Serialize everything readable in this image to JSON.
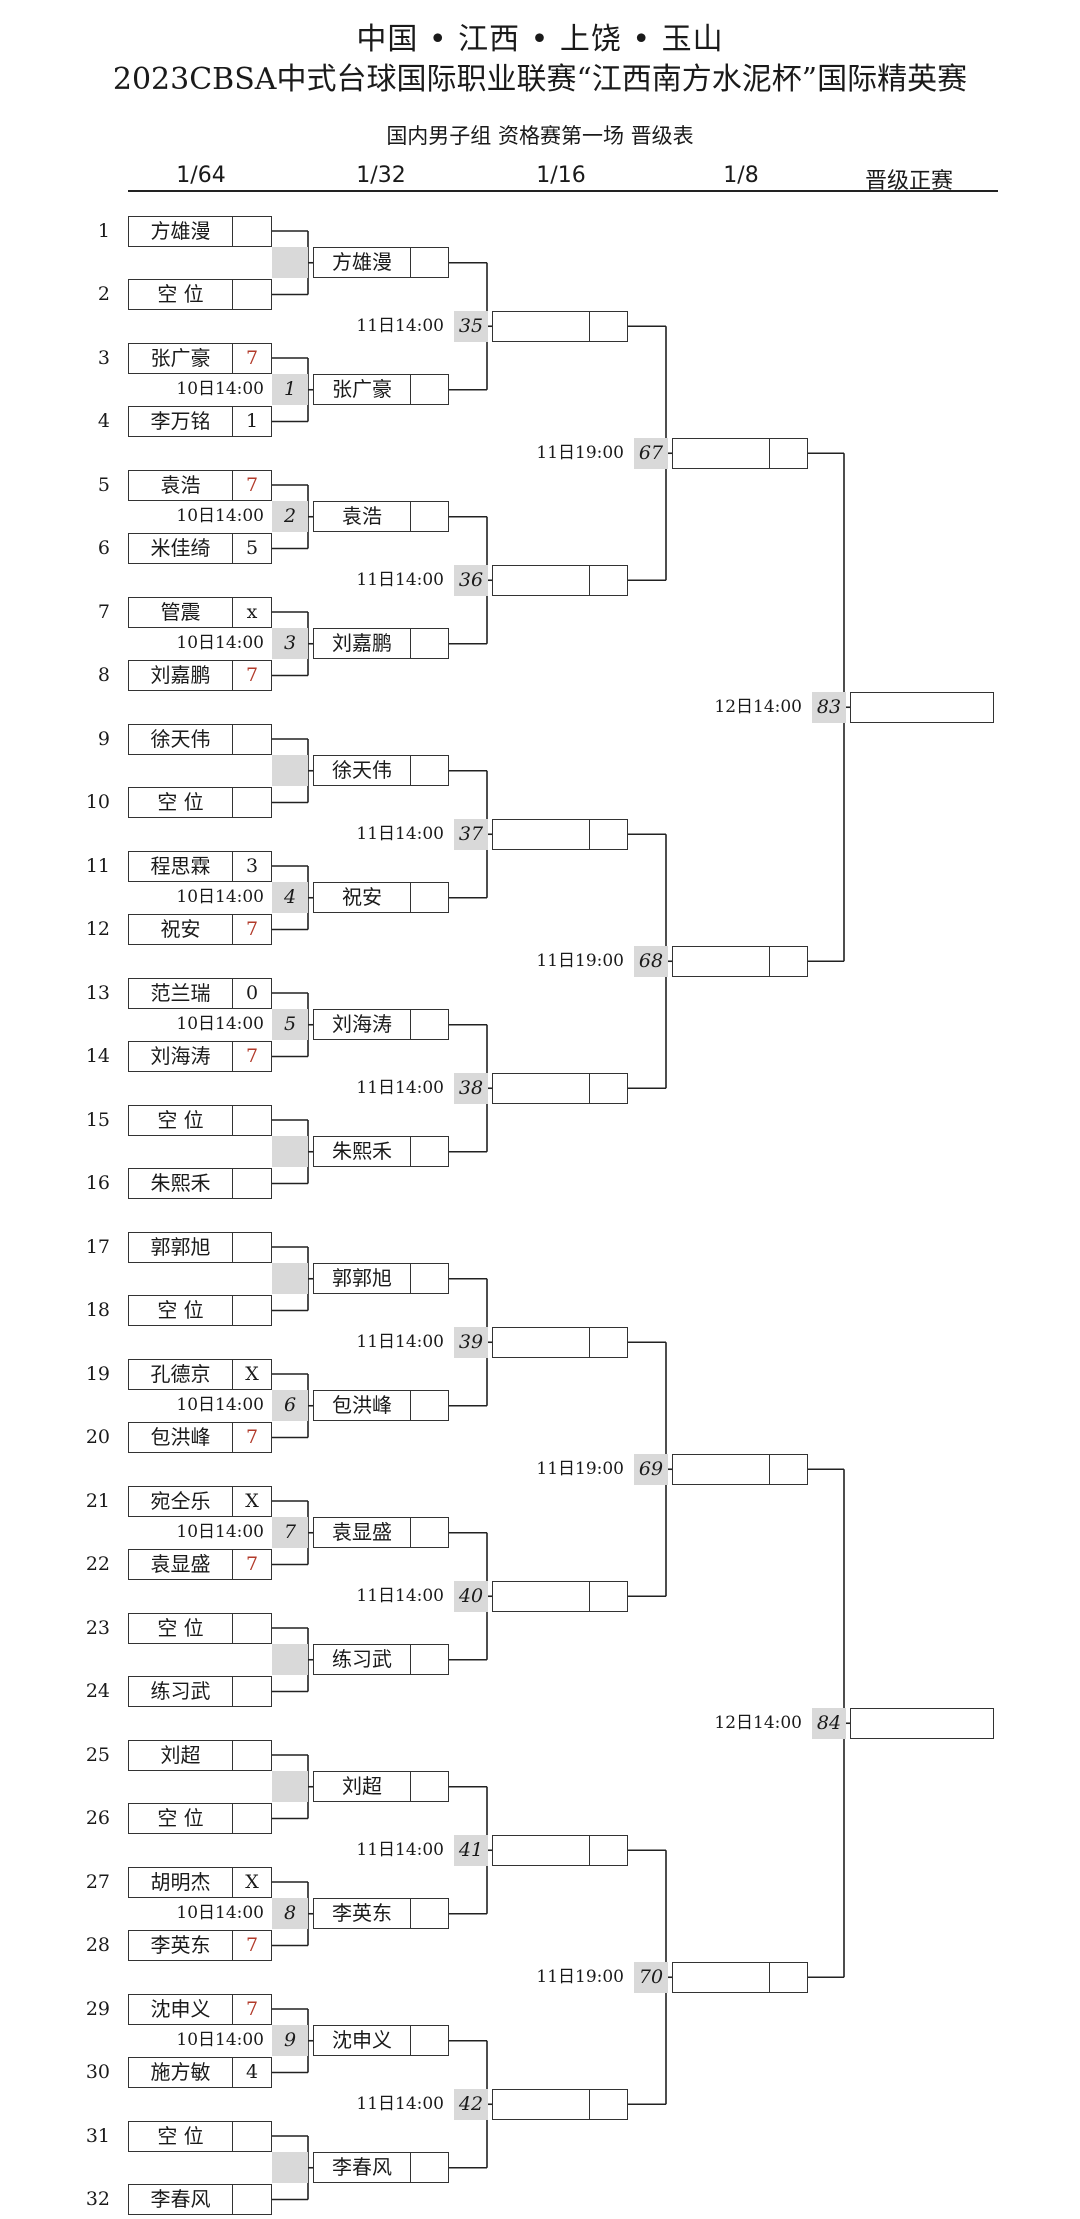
{
  "header": {
    "title_line1": "中国 • 江西 • 上饶 • 玉山",
    "title_line2": "2023CBSA中式台球国际职业联赛“江西南方水泥杯”国际精英赛",
    "subtitle": "国内男子组 资格赛第一场 晋级表"
  },
  "rounds": [
    "1/64",
    "1/32",
    "1/16",
    "1/8",
    "晋级正赛"
  ],
  "colors": {
    "winner_score": "#b23a2a",
    "match_bg": "#d9d9d9",
    "line": "#222222"
  },
  "r64": [
    {
      "seed": "1",
      "name": "方雄漫",
      "score": ""
    },
    {
      "seed": "2",
      "name": "空  位",
      "score": ""
    },
    {
      "seed": "3",
      "name": "张广豪",
      "score": "7",
      "win": true
    },
    {
      "seed": "4",
      "name": "李万铭",
      "score": "1"
    },
    {
      "seed": "5",
      "name": "袁浩",
      "score": "7",
      "win": true
    },
    {
      "seed": "6",
      "name": "米佳绮",
      "score": "5"
    },
    {
      "seed": "7",
      "name": "管震",
      "score": "x"
    },
    {
      "seed": "8",
      "name": "刘嘉鹏",
      "score": "7",
      "win": true
    },
    {
      "seed": "9",
      "name": "徐天伟",
      "score": ""
    },
    {
      "seed": "10",
      "name": "空  位",
      "score": ""
    },
    {
      "seed": "11",
      "name": "程思霖",
      "score": "3"
    },
    {
      "seed": "12",
      "name": "祝安",
      "score": "7",
      "win": true
    },
    {
      "seed": "13",
      "name": "范兰瑞",
      "score": "0"
    },
    {
      "seed": "14",
      "name": "刘海涛",
      "score": "7",
      "win": true
    },
    {
      "seed": "15",
      "name": "空  位",
      "score": ""
    },
    {
      "seed": "16",
      "name": "朱熙禾",
      "score": ""
    },
    {
      "seed": "17",
      "name": "郭郭旭",
      "score": ""
    },
    {
      "seed": "18",
      "name": "空  位",
      "score": ""
    },
    {
      "seed": "19",
      "name": "孔德京",
      "score": "X"
    },
    {
      "seed": "20",
      "name": "包洪峰",
      "score": "7",
      "win": true
    },
    {
      "seed": "21",
      "name": "宛仝乐",
      "score": "X"
    },
    {
      "seed": "22",
      "name": "袁显盛",
      "score": "7",
      "win": true
    },
    {
      "seed": "23",
      "name": "空  位",
      "score": ""
    },
    {
      "seed": "24",
      "name": "练习武",
      "score": ""
    },
    {
      "seed": "25",
      "name": "刘超",
      "score": ""
    },
    {
      "seed": "26",
      "name": "空  位",
      "score": ""
    },
    {
      "seed": "27",
      "name": "胡明杰",
      "score": "X"
    },
    {
      "seed": "28",
      "name": "李英东",
      "score": "7",
      "win": true
    },
    {
      "seed": "29",
      "name": "沈申义",
      "score": "7",
      "win": true
    },
    {
      "seed": "30",
      "name": "施方敏",
      "score": "4"
    },
    {
      "seed": "31",
      "name": "空  位",
      "score": ""
    },
    {
      "seed": "32",
      "name": "李春风",
      "score": ""
    }
  ],
  "r64_matches": [
    {
      "num": "",
      "time": ""
    },
    {
      "num": "1",
      "time": "10日14:00"
    },
    {
      "num": "2",
      "time": "10日14:00"
    },
    {
      "num": "3",
      "time": "10日14:00"
    },
    {
      "num": "",
      "time": ""
    },
    {
      "num": "4",
      "time": "10日14:00"
    },
    {
      "num": "5",
      "time": "10日14:00"
    },
    {
      "num": "",
      "time": ""
    },
    {
      "num": "",
      "time": ""
    },
    {
      "num": "6",
      "time": "10日14:00"
    },
    {
      "num": "7",
      "time": "10日14:00"
    },
    {
      "num": "",
      "time": ""
    },
    {
      "num": "",
      "time": ""
    },
    {
      "num": "8",
      "time": "10日14:00"
    },
    {
      "num": "9",
      "time": "10日14:00"
    },
    {
      "num": "",
      "time": ""
    }
  ],
  "r32": [
    "方雄漫",
    "张广豪",
    "袁浩",
    "刘嘉鹏",
    "徐天伟",
    "祝安",
    "刘海涛",
    "朱熙禾",
    "郭郭旭",
    "包洪峰",
    "袁显盛",
    "练习武",
    "刘超",
    "李英东",
    "沈申义",
    "李春风"
  ],
  "r32_matches": [
    {
      "num": "35",
      "time": "11日14:00"
    },
    {
      "num": "36",
      "time": "11日14:00"
    },
    {
      "num": "37",
      "time": "11日14:00"
    },
    {
      "num": "38",
      "time": "11日14:00"
    },
    {
      "num": "39",
      "time": "11日14:00"
    },
    {
      "num": "40",
      "time": "11日14:00"
    },
    {
      "num": "41",
      "time": "11日14:00"
    },
    {
      "num": "42",
      "time": "11日14:00"
    }
  ],
  "r16_matches": [
    {
      "num": "67",
      "time": "11日19:00"
    },
    {
      "num": "68",
      "time": "11日19:00"
    },
    {
      "num": "69",
      "time": "11日19:00"
    },
    {
      "num": "70",
      "time": "11日19:00"
    }
  ],
  "r8_matches": [
    {
      "num": "83",
      "time": "12日14:00"
    },
    {
      "num": "84",
      "time": "12日14:00"
    }
  ]
}
